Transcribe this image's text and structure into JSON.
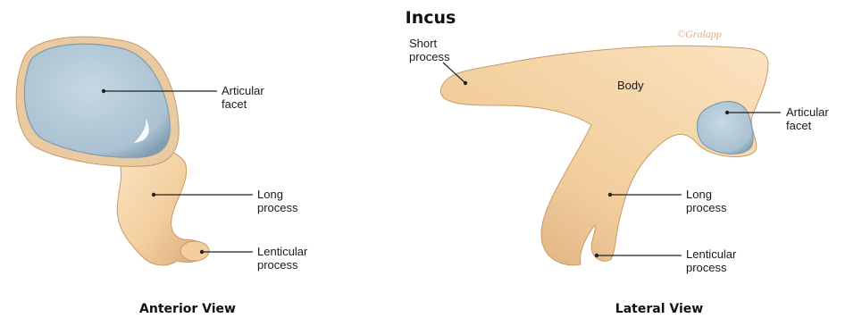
{
  "title": "Incus",
  "watermark": "©Gralapp",
  "anterior": {
    "caption": "Anterior View",
    "labels": {
      "articular_facet": [
        "Articular",
        "facet"
      ],
      "long_process": [
        "Long",
        "process"
      ],
      "lenticular_process": [
        "Lenticular",
        "process"
      ]
    }
  },
  "lateral": {
    "caption": "Lateral View",
    "labels": {
      "short_process": [
        "Short",
        "process"
      ],
      "body": "Body",
      "articular_facet": [
        "Articular",
        "facet"
      ],
      "long_process": [
        "Long",
        "process"
      ],
      "lenticular_process": [
        "Lenticular",
        "process"
      ]
    }
  },
  "colors": {
    "bone_fill": "#f5d5ac",
    "bone_shadow": "#d9a878",
    "facet_fill": "#b9cfdc",
    "facet_edge": "#7f9cb0"
  }
}
